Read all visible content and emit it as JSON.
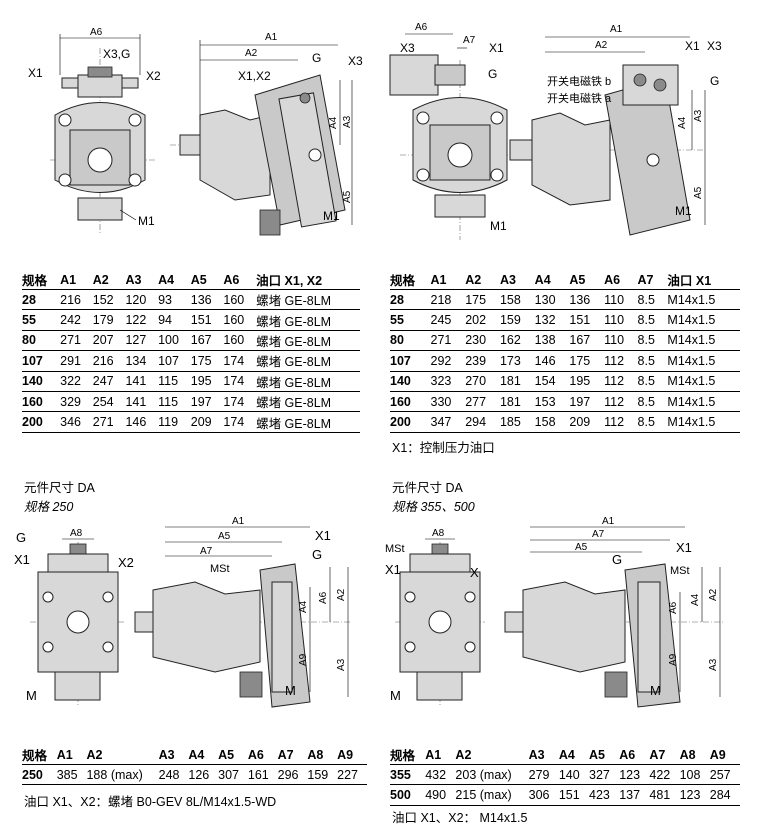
{
  "labels": {
    "A1": "A1",
    "A2": "A2",
    "A3": "A3",
    "A4": "A4",
    "A5": "A5",
    "A6": "A6",
    "A7": "A7",
    "A8": "A8",
    "A9": "A9",
    "X1": "X1",
    "X2": "X2",
    "X3": "X3",
    "X3G": "X3,G",
    "X1X2": "X1,X2",
    "G": "G",
    "M": "M",
    "M1": "M1",
    "MSt": "MSt",
    "X": "X",
    "switch_b": "开关电磁铁 b",
    "switch_a": "开关电磁铁 a"
  },
  "table1": {
    "headers": [
      "规格",
      "A1",
      "A2",
      "A3",
      "A4",
      "A5",
      "A6",
      "油口 X1, X2"
    ],
    "rows": [
      [
        "28",
        "216",
        "152",
        "120",
        "93",
        "136",
        "160",
        "螺堵 GE-8LM"
      ],
      [
        "55",
        "242",
        "179",
        "122",
        "94",
        "151",
        "160",
        "螺堵 GE-8LM"
      ],
      [
        "80",
        "271",
        "207",
        "127",
        "100",
        "167",
        "160",
        "螺堵 GE-8LM"
      ],
      [
        "107",
        "291",
        "216",
        "134",
        "107",
        "175",
        "174",
        "螺堵 GE-8LM"
      ],
      [
        "140",
        "322",
        "247",
        "141",
        "115",
        "195",
        "174",
        "螺堵 GE-8LM"
      ],
      [
        "160",
        "329",
        "254",
        "141",
        "115",
        "197",
        "174",
        "螺堵 GE-8LM"
      ],
      [
        "200",
        "346",
        "271",
        "146",
        "119",
        "209",
        "174",
        "螺堵 GE-8LM"
      ]
    ]
  },
  "table2": {
    "headers": [
      "规格",
      "A1",
      "A2",
      "A3",
      "A4",
      "A5",
      "A6",
      "A7",
      "油口 X1"
    ],
    "rows": [
      [
        "28",
        "218",
        "175",
        "158",
        "130",
        "136",
        "110",
        "8.5",
        "M14x1.5"
      ],
      [
        "55",
        "245",
        "202",
        "159",
        "132",
        "151",
        "110",
        "8.5",
        "M14x1.5"
      ],
      [
        "80",
        "271",
        "230",
        "162",
        "138",
        "167",
        "110",
        "8.5",
        "M14x1.5"
      ],
      [
        "107",
        "292",
        "239",
        "173",
        "146",
        "175",
        "112",
        "8.5",
        "M14x1.5"
      ],
      [
        "140",
        "323",
        "270",
        "181",
        "154",
        "195",
        "112",
        "8.5",
        "M14x1.5"
      ],
      [
        "160",
        "330",
        "277",
        "181",
        "153",
        "197",
        "112",
        "8.5",
        "M14x1.5"
      ],
      [
        "200",
        "347",
        "294",
        "185",
        "158",
        "209",
        "112",
        "8.5",
        "M14x1.5"
      ]
    ],
    "note": "X1：控制压力油口"
  },
  "section_left": {
    "title": "元件尺寸 DA",
    "subtitle": "规格 250"
  },
  "section_right": {
    "title": "元件尺寸 DA",
    "subtitle": "规格 355、500"
  },
  "table3": {
    "headers": [
      "规格",
      "A1",
      "A2",
      "A3",
      "A4",
      "A5",
      "A6",
      "A7",
      "A8",
      "A9"
    ],
    "rows": [
      [
        "250",
        "385",
        "188 (max)",
        "248",
        "126",
        "307",
        "161",
        "296",
        "159",
        "227"
      ]
    ],
    "note": "油口 X1、X2：螺堵 B0-GEV 8L/M14x1.5-WD"
  },
  "table4": {
    "headers": [
      "规格",
      "A1",
      "A2",
      "A3",
      "A4",
      "A5",
      "A6",
      "A7",
      "A8",
      "A9"
    ],
    "rows": [
      [
        "355",
        "432",
        "203 (max)",
        "279",
        "140",
        "327",
        "123",
        "422",
        "108",
        "257"
      ],
      [
        "500",
        "490",
        "215 (max)",
        "306",
        "151",
        "423",
        "137",
        "481",
        "123",
        "284"
      ]
    ],
    "note": "油口 X1、X2：   M14x1.5"
  }
}
